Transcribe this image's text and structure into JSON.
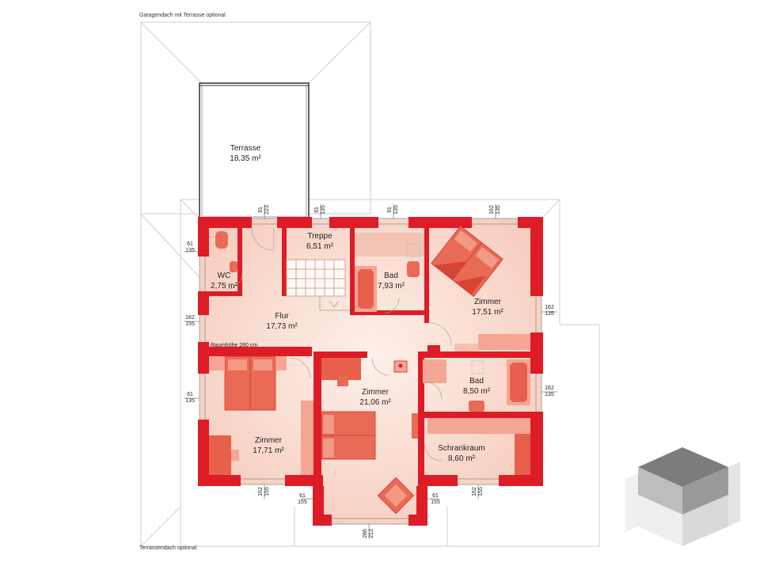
{
  "notes": {
    "garage_roof": "Garagendach mit Terrasse optional",
    "terrace_roof": "Terrassendach optional",
    "room_height": "Raumhöhe 260 cm"
  },
  "rooms": [
    {
      "name": "Terrasse",
      "area": "18,35 m²"
    },
    {
      "name": "Treppe",
      "area": "6,51 m²"
    },
    {
      "name": "WC",
      "area": "2,75 m²"
    },
    {
      "name": "Bad",
      "area": "7,93 m²"
    },
    {
      "name": "Zimmer",
      "area": "17,51 m²"
    },
    {
      "name": "Flur",
      "area": "17,73 m²"
    },
    {
      "name": "Zimmer",
      "area": "21,06 m²"
    },
    {
      "name": "Bad",
      "area": "8,50 m²"
    },
    {
      "name": "Zimmer",
      "area": "17,71 m²"
    },
    {
      "name": "Schrankraum",
      "area": "8,60 m²"
    }
  ],
  "dims": {
    "top_1": [
      "91",
      "223"
    ],
    "top_2": [
      "91",
      "135"
    ],
    "top_3": [
      "91",
      "135"
    ],
    "top_4": [
      "162",
      "135"
    ],
    "left_1": [
      "61",
      "135"
    ],
    "left_2": [
      "162",
      "155"
    ],
    "left_3": [
      "61",
      "135"
    ],
    "right_1": [
      "162",
      "135"
    ],
    "right_2": [
      "162",
      "135"
    ],
    "bottom_1": [
      "162",
      "155"
    ],
    "bottom_2": [
      "61",
      "155"
    ],
    "bottom_3": [
      "61",
      "155"
    ],
    "bottom_4": [
      "162",
      "155"
    ],
    "bottom_5": [
      "286",
      "213"
    ]
  }
}
